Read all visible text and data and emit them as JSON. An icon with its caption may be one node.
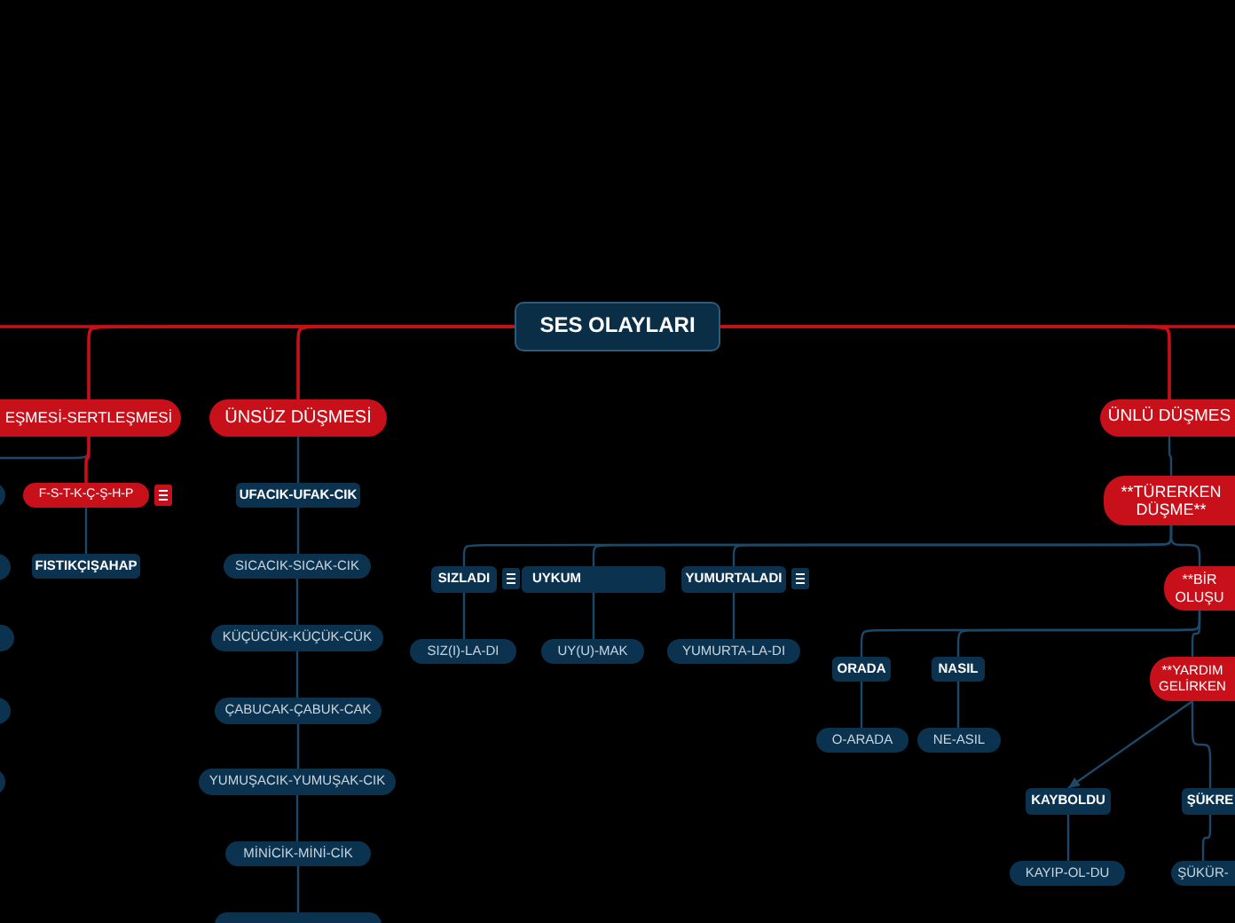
{
  "diagram": {
    "nodes": [
      {
        "text": [
          "SES OLAYLARI"
        ]
      },
      {
        "text": [
          "EŞMESİ-SERTLEŞMESİ"
        ]
      },
      {
        "text": [
          "ÜNSÜZ DÜŞMESİ"
        ]
      },
      {
        "text": [
          "ÜNLÜ DÜŞMES"
        ]
      },
      {
        "text": [],
        "shape": "box"
      },
      {
        "text": [
          "F-S-T-K-Ç-Ş-H-P"
        ]
      },
      {
        "text": [
          "UFACIK-UFAK-CIK"
        ]
      },
      {
        "text": [
          "**TÜRERKEN DÜŞME**"
        ]
      },
      {
        "text": [],
        "shape": "box"
      },
      {
        "text": [
          "FISTIKÇIŞAHAP"
        ]
      },
      {
        "text": [
          "SICACIK-SICAK-CIK"
        ]
      },
      {
        "text": [
          "SIZLADI"
        ]
      },
      {
        "text": [
          "UYKUM"
        ]
      },
      {
        "text": [
          "YUMURTALADI"
        ]
      },
      {
        "text": [
          "**BİR OLUŞU"
        ]
      },
      {
        "text": [],
        "shape": "box"
      },
      {
        "text": [
          "KÜÇÜCÜK-KÜÇÜK-CÜK"
        ]
      },
      {
        "text": [
          "SIZ(I)-LA-DI"
        ]
      },
      {
        "text": [
          "UY(U)-MAK"
        ]
      },
      {
        "text": [
          "YUMURTA-LA-DI"
        ]
      },
      {
        "text": [
          "ORADA"
        ]
      },
      {
        "text": [
          "NASIL"
        ]
      },
      {
        "text": [
          "**YARDIM GELİRKEN"
        ]
      },
      {
        "text": [],
        "shape": "box"
      },
      {
        "text": [
          "ÇABUCAK-ÇABUK-CAK"
        ]
      },
      {
        "text": [
          "O-ARADA"
        ]
      },
      {
        "text": [
          "NE-ASIL"
        ]
      },
      {
        "text": [],
        "shape": "box"
      },
      {
        "text": [
          "YUMUŞACIK-YUMUŞAK-CIK"
        ]
      },
      {
        "text": [
          "KAYBOLDU"
        ]
      },
      {
        "text": [
          "ŞÜKRE"
        ]
      },
      {
        "text": [
          "MİNİCİK-MİNİ-CİK"
        ]
      },
      {
        "text": [
          "KAYIP-OL-DU"
        ]
      },
      {
        "text": [
          "ŞÜKÜR-"
        ]
      },
      {
        "text": [],
        "shape": "box"
      }
    ],
    "edges": [
      {
        "from": 0,
        "to": 1,
        "arrow": "none",
        "color": "#c8101a"
      },
      {
        "from": 0,
        "to": 2,
        "arrow": "none",
        "color": "#c8101a"
      },
      {
        "from": 0,
        "to": 3,
        "arrow": "none",
        "color": "#c8101a"
      },
      {
        "from": 0,
        "to": null,
        "arrow": "none",
        "color": "#c8101a"
      },
      {
        "from": 0,
        "to": null,
        "arrow": "none",
        "color": "#c8101a"
      },
      {
        "from": 1,
        "to": 4,
        "arrow": "none"
      },
      {
        "from": 1,
        "to": 5,
        "arrow": "none",
        "color": "#c8101a"
      },
      {
        "from": 5,
        "to": 9,
        "arrow": "none"
      },
      {
        "from": 2,
        "to": 6,
        "arrow": "none"
      },
      {
        "from": 6,
        "to": 10,
        "arrow": "none"
      },
      {
        "from": 10,
        "to": 16,
        "arrow": "none"
      },
      {
        "from": 16,
        "to": 24,
        "arrow": "none"
      },
      {
        "from": 24,
        "to": 28,
        "arrow": "none"
      },
      {
        "from": 28,
        "to": 31,
        "arrow": "none"
      },
      {
        "from": 31,
        "to": 34,
        "arrow": "none"
      },
      {
        "from": 3,
        "to": 7,
        "arrow": "none"
      },
      {
        "from": 7,
        "to": 11,
        "arrow": "none"
      },
      {
        "from": 7,
        "to": 12,
        "arrow": "none"
      },
      {
        "from": 7,
        "to": 13,
        "arrow": "none"
      },
      {
        "from": 7,
        "to": 14,
        "arrow": "none"
      },
      {
        "from": 11,
        "to": 17,
        "arrow": "none"
      },
      {
        "from": 12,
        "to": 18,
        "arrow": "none"
      },
      {
        "from": 13,
        "to": 19,
        "arrow": "none"
      },
      {
        "from": 14,
        "to": 20,
        "arrow": "none"
      },
      {
        "from": 14,
        "to": 21,
        "arrow": "none"
      },
      {
        "from": 14,
        "to": 22,
        "arrow": "none"
      },
      {
        "from": 20,
        "to": 25,
        "arrow": "none"
      },
      {
        "from": 21,
        "to": 26,
        "arrow": "none"
      },
      {
        "from": 22,
        "to": 29,
        "arrow": "to"
      },
      {
        "from": 22,
        "to": 30,
        "arrow": "none"
      },
      {
        "from": 29,
        "to": 32,
        "arrow": "none"
      },
      {
        "from": 30,
        "to": 33,
        "arrow": "none"
      }
    ]
  }
}
